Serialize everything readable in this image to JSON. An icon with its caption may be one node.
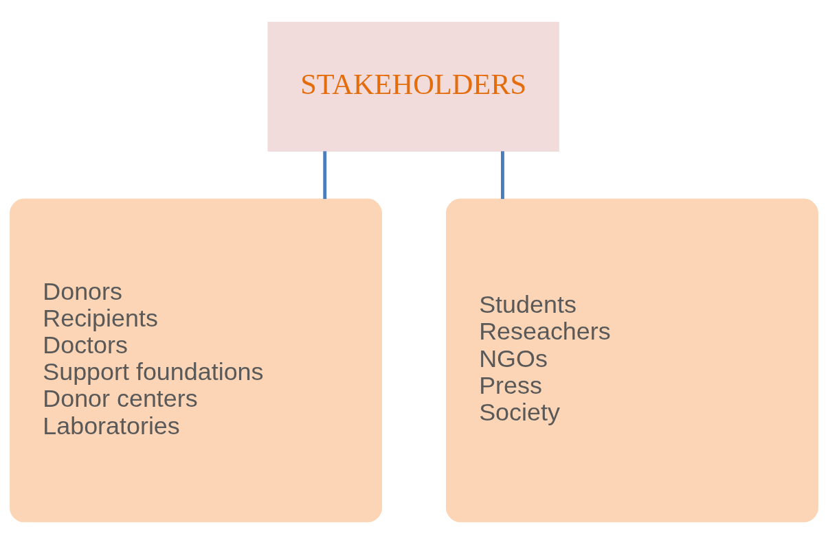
{
  "diagram": {
    "nodes": [
      {
        "text": [
          "STAKEHOLDERS"
        ]
      },
      {
        "text": [
          "Donors",
          "Recipients",
          "Doctors",
          "Support foundations",
          "Donor centers",
          "Laboratories"
        ]
      },
      {
        "text": [
          "Students",
          "Reseachers",
          "NGOs",
          "Press",
          "Society"
        ]
      }
    ],
    "edges": [
      {
        "from": 0,
        "to": 1,
        "arrow": "none"
      },
      {
        "from": 0,
        "to": 2,
        "arrow": "none"
      }
    ]
  }
}
